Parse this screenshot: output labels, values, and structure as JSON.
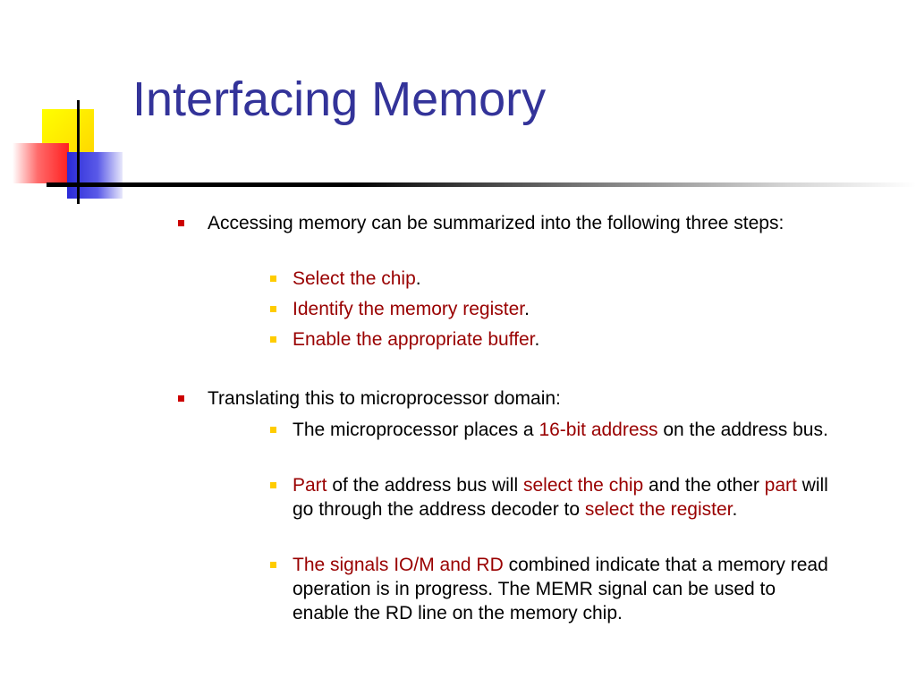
{
  "slide": {
    "title": "Interfacing Memory",
    "sections": [
      {
        "text": "Accessing memory can be summarized into the following three steps:",
        "items": [
          {
            "red": "Select the chip",
            "tail": "."
          },
          {
            "red": "Identify the memory register",
            "tail": "."
          },
          {
            "red": "Enable the appropriate buffer",
            "tail": "."
          }
        ]
      },
      {
        "text": "Translating this to microprocessor domain:",
        "items": [
          {
            "pre": "The microprocessor places a ",
            "red": "16-bit address",
            "tail": " on the address bus."
          },
          {
            "red": "Part",
            "mid": " of the address bus will ",
            "red2": "select the chip",
            "mid2": " and the other ",
            "red3": "part",
            "mid3": " will go through the address decoder to ",
            "red4": "select the register",
            "tail": "."
          },
          {
            "red": "The signals IO/M and RD",
            "tail": " combined indicate that a memory read operation is in progress. The MEMR signal can be used to enable the RD line on the memory chip."
          }
        ]
      }
    ]
  },
  "colors": {
    "title": "#333399",
    "highlight": "#990000",
    "bullet_level1": "#cc0000",
    "bullet_level2": "#ffcc00"
  }
}
